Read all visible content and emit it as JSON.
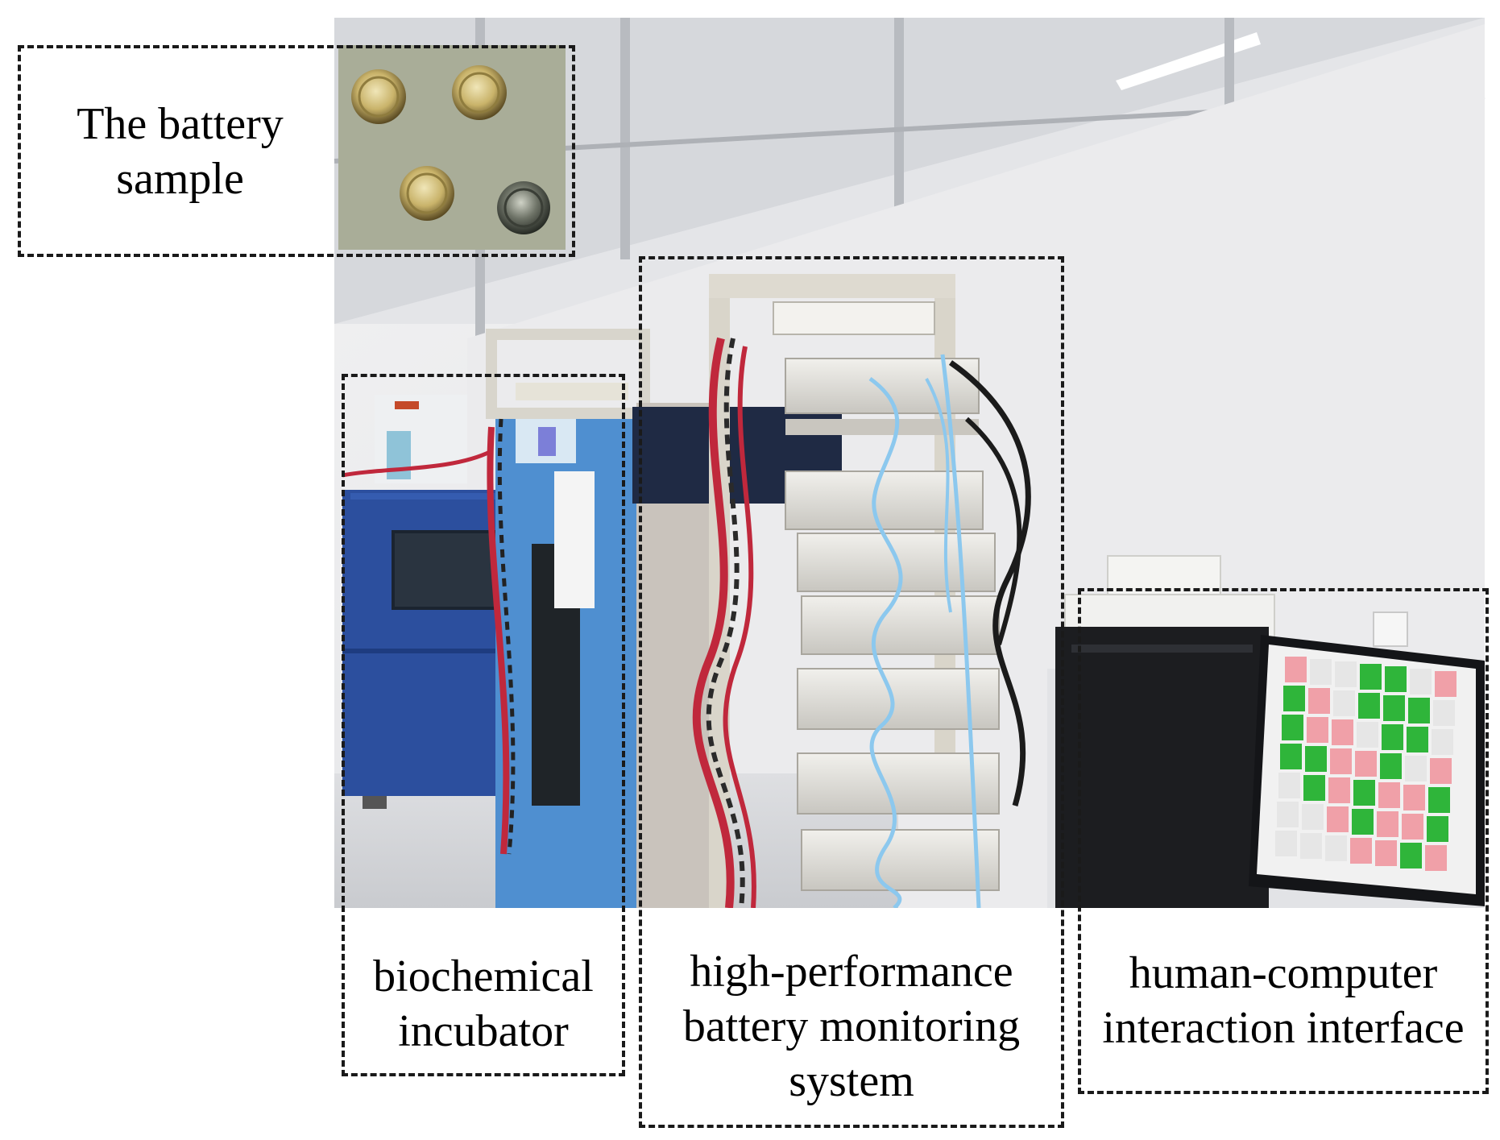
{
  "callouts": {
    "battery_sample": {
      "lines": [
        "The battery",
        "sample"
      ]
    },
    "incubator": {
      "lines": [
        "biochemical",
        "incubator"
      ]
    },
    "monitoring": {
      "lines": [
        "high-performance",
        "battery monitoring",
        "system"
      ]
    },
    "interface": {
      "lines": [
        "human-computer",
        "interaction interface"
      ]
    }
  },
  "colors": {
    "dash": "#1a1a1a",
    "incubator_blue": "#2c4f9e",
    "incubator_light_blue": "#4f8fd0",
    "screen_green": "#2fb53a",
    "screen_red": "#f0a0a8",
    "cable_blue": "#8cc8ee",
    "wire_red": "#c0283c",
    "wall": "#e9eaec"
  },
  "icons": [
    "coin-cell-battery-icon"
  ]
}
